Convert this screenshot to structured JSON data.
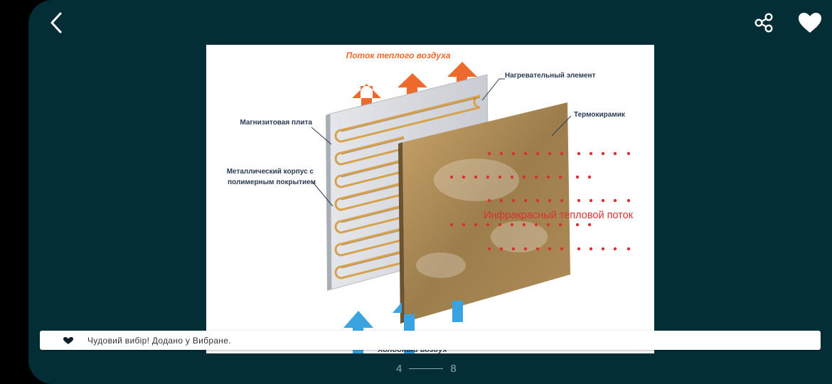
{
  "photo": {
    "top_caption": "Поток теплого воздуха",
    "bottom_caption": "Холодный воздух",
    "labels": {
      "heating_element": "Нагревательный элемент",
      "magnesite_plate": "Магнизитовая плита",
      "metal_body_line1": "Металлический корпус с",
      "metal_body_line2": "полимерным покрытием",
      "thermoceramic": "Термокирамик",
      "infrared_flow": "Инфракрасный тепловой поток"
    }
  },
  "toast": {
    "message": "Чудовий вибір! Додано у Вибране."
  },
  "pager": {
    "current": "4",
    "total": "8"
  },
  "colors": {
    "background": "#042e35",
    "accent_orange": "#ee6a2c",
    "accent_blue": "#3aa3e0",
    "infrared_red": "#d8322f"
  }
}
